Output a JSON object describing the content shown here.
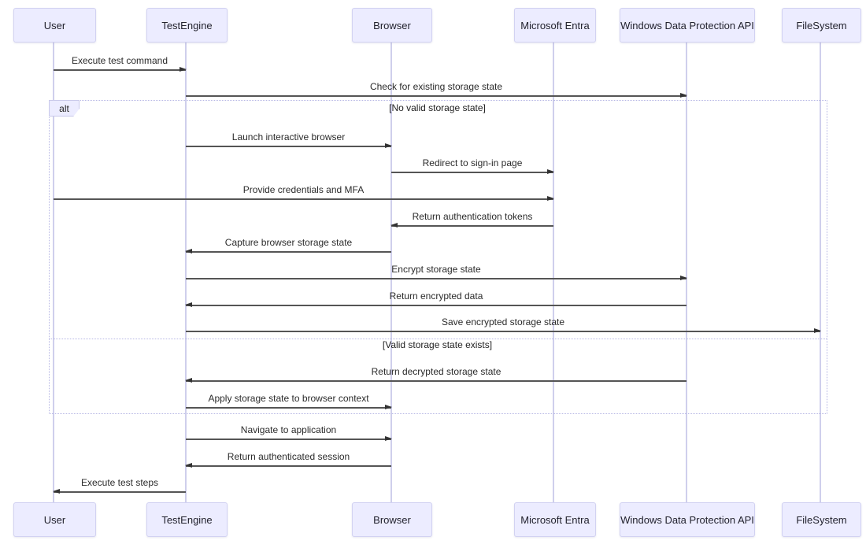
{
  "diagram": {
    "type": "sequence-diagram",
    "background": "#ffffff",
    "colors": {
      "actor_fill": "#ECECFF",
      "actor_border": "#D2D2F2",
      "lifeline": "#CFCFEC",
      "frame_border": "#B6B6E4",
      "message_line": "#555555",
      "text": "#2B2B2B"
    },
    "actors": [
      {
        "name": "User"
      },
      {
        "name": "TestEngine"
      },
      {
        "name": "Browser"
      },
      {
        "name": "Microsoft Entra"
      },
      {
        "name": "Windows Data Protection API"
      },
      {
        "name": "FileSystem"
      }
    ],
    "alt": {
      "operator": "alt",
      "branches": [
        {
          "condition": "[No valid storage state]"
        },
        {
          "condition": "[Valid storage state exists]"
        }
      ]
    },
    "messages": [
      {
        "label": "Execute test command",
        "from": "User",
        "to": "TestEngine"
      },
      {
        "label": "Check for existing storage state",
        "from": "TestEngine",
        "to": "Windows Data Protection API"
      },
      {
        "label": "Launch interactive browser",
        "from": "TestEngine",
        "to": "Browser"
      },
      {
        "label": "Redirect to sign-in page",
        "from": "Browser",
        "to": "Microsoft Entra"
      },
      {
        "label": "Provide credentials and MFA",
        "from": "User",
        "to": "Microsoft Entra"
      },
      {
        "label": "Return authentication tokens",
        "from": "Microsoft Entra",
        "to": "Browser"
      },
      {
        "label": "Capture browser storage state",
        "from": "Browser",
        "to": "TestEngine"
      },
      {
        "label": "Encrypt storage state",
        "from": "TestEngine",
        "to": "Windows Data Protection API"
      },
      {
        "label": "Return encrypted data",
        "from": "Windows Data Protection API",
        "to": "TestEngine"
      },
      {
        "label": "Save encrypted storage state",
        "from": "TestEngine",
        "to": "FileSystem"
      },
      {
        "label": "Return decrypted storage state",
        "from": "Windows Data Protection API",
        "to": "TestEngine"
      },
      {
        "label": "Apply storage state to browser context",
        "from": "TestEngine",
        "to": "Browser"
      },
      {
        "label": "Navigate to application",
        "from": "TestEngine",
        "to": "Browser"
      },
      {
        "label": "Return authenticated session",
        "from": "Browser",
        "to": "TestEngine"
      },
      {
        "label": "Execute test steps",
        "from": "TestEngine",
        "to": "User"
      }
    ]
  }
}
